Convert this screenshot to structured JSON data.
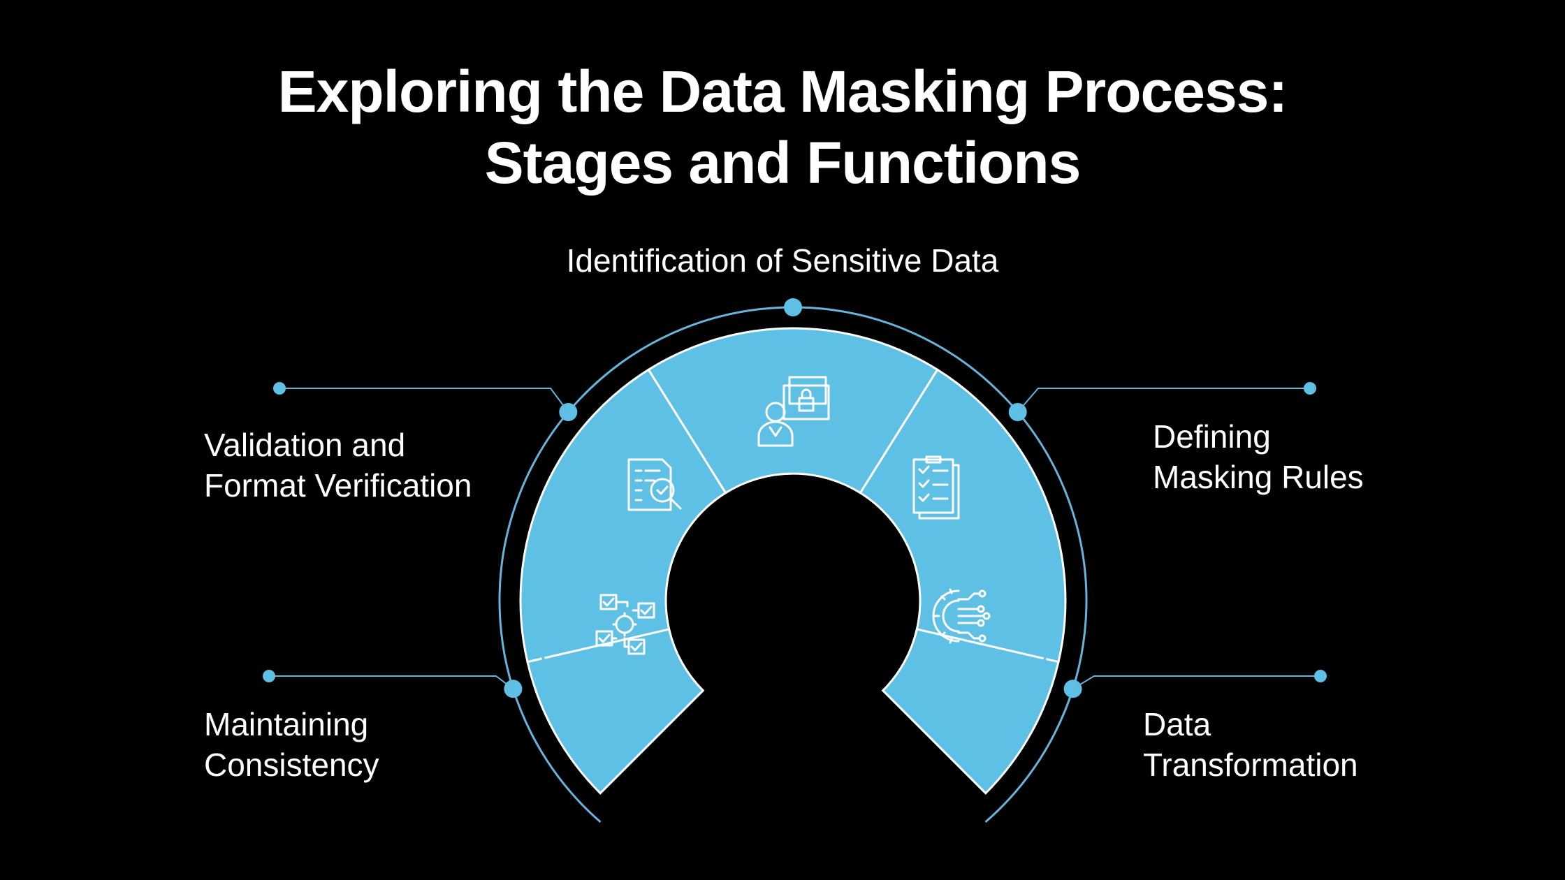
{
  "title": {
    "line1": "Exploring the Data Masking Process:",
    "line2": "Stages and Functions"
  },
  "colors": {
    "background": "#000000",
    "accent": "#5fc0e6",
    "ring": "#67b4dc",
    "text": "#ffffff"
  },
  "stages": [
    {
      "id": "maintaining",
      "lines": [
        "Maintaining",
        "Consistency"
      ],
      "icon": "process-workflow-icon"
    },
    {
      "id": "validation",
      "lines": [
        "Validation and",
        "Format Verification"
      ],
      "icon": "document-search-icon"
    },
    {
      "id": "identification",
      "lines": [
        "Identification of Sensitive Data"
      ],
      "icon": "user-lock-icon"
    },
    {
      "id": "defining",
      "lines": [
        "Defining",
        "Masking Rules"
      ],
      "icon": "checklist-icon"
    },
    {
      "id": "transformation",
      "lines": [
        "Data",
        "Transformation"
      ],
      "icon": "gear-circuit-icon"
    }
  ]
}
